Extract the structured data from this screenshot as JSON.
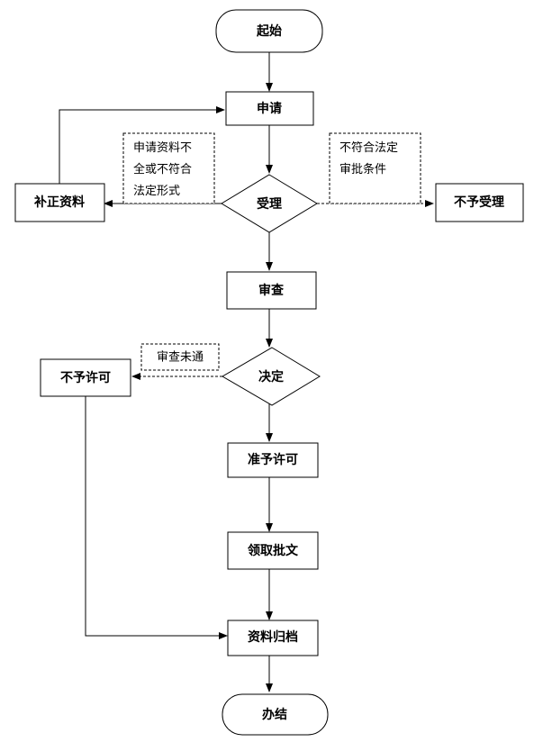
{
  "nodes": {
    "start": "起始",
    "apply": "申请",
    "accept": "受理",
    "supplement": "补正资料",
    "reject_accept": "不予受理",
    "review": "审查",
    "decide": "决定",
    "deny_permit": "不予许可",
    "grant_permit": "准予许可",
    "collect_doc": "领取批文",
    "archive": "资料归档",
    "end": "办结"
  },
  "notes": {
    "incomplete": [
      "申请资料不",
      "全或不符合",
      "法定形式"
    ],
    "not_qualified": [
      "不符合法定",
      "审批条件"
    ],
    "review_failed": "审查未通"
  }
}
